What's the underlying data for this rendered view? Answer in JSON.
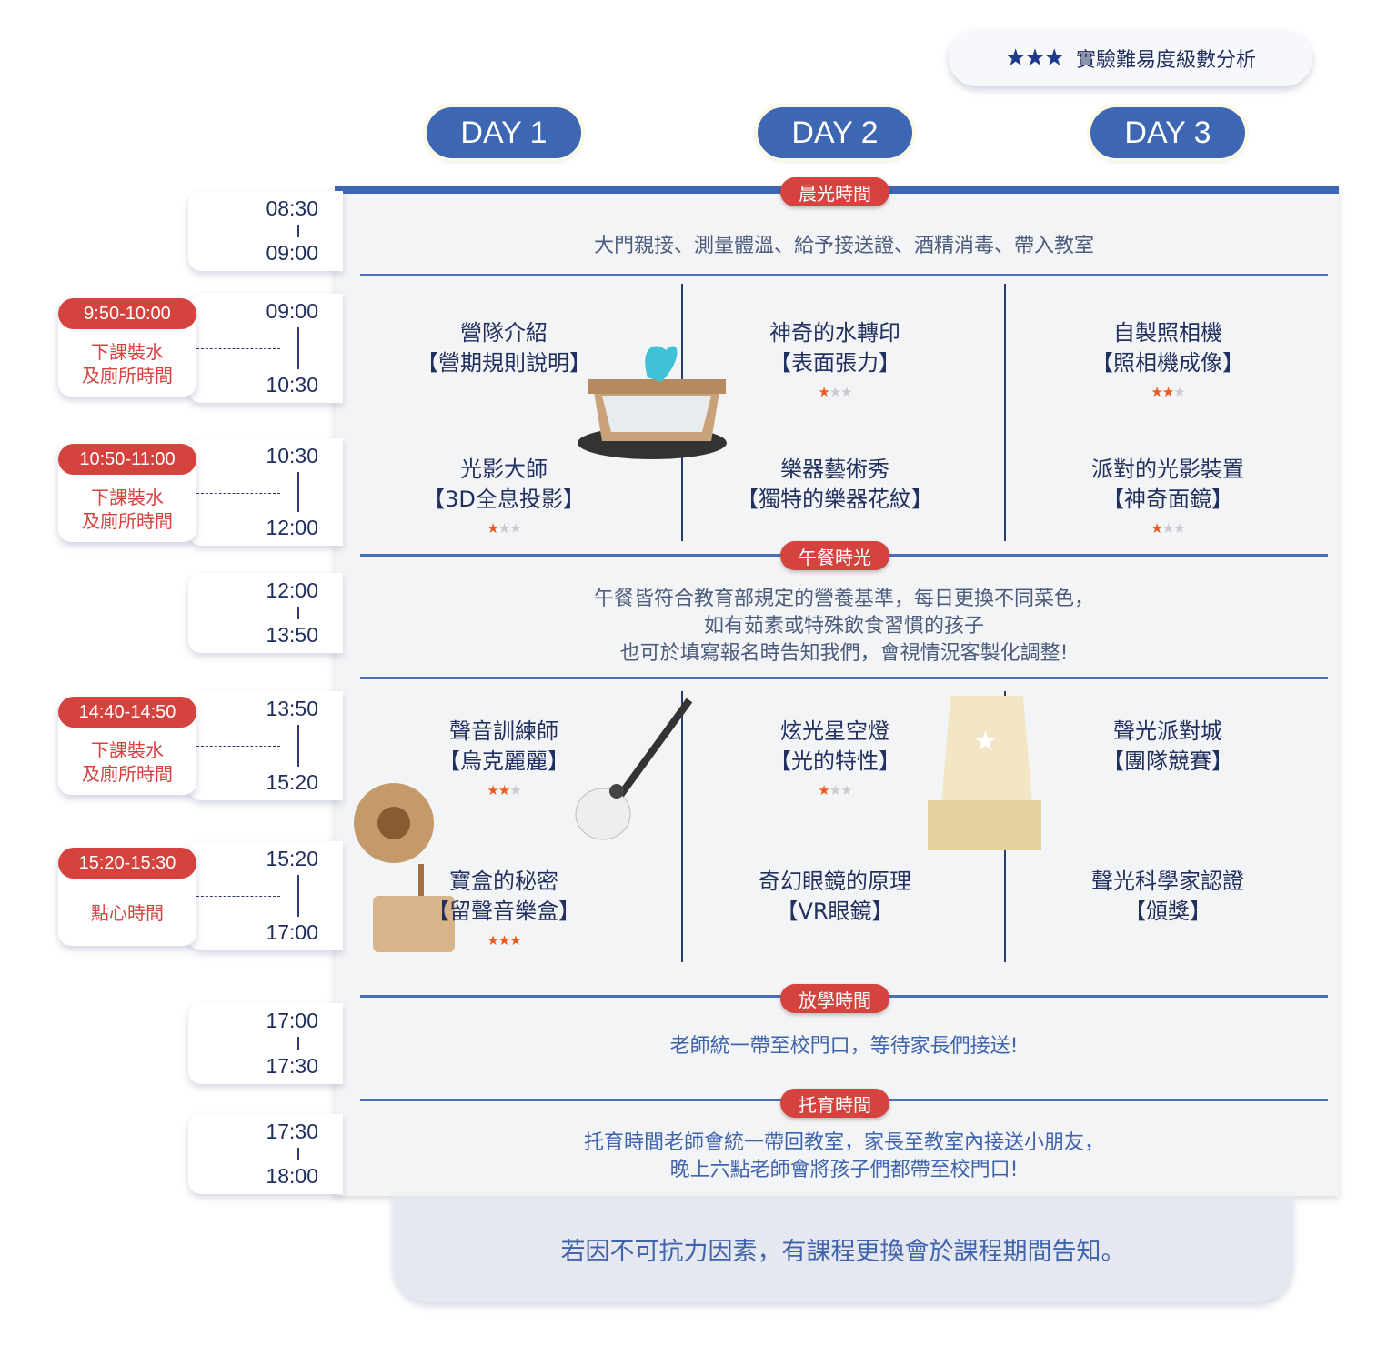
{
  "legend": {
    "stars": "★★★",
    "label": "實驗難易度級數分析"
  },
  "days": [
    "DAY 1",
    "DAY 2",
    "DAY 3"
  ],
  "sections": {
    "morning": {
      "label": "晨光時間",
      "text": "大門親接、測量體溫、給予接送證、酒精消毒、帶入教室"
    },
    "lunch": {
      "label": "午餐時光",
      "lines": [
        "午餐皆符合教育部規定的營養基準，每日更換不同菜色，",
        "如有茹素或特殊飲食習慣的孩子",
        "也可於填寫報名時告知我們，會視情況客製化調整!"
      ]
    },
    "dismissal": {
      "label": "放學時間",
      "text": "老師統一帶至校門口，等待家長們接送!"
    },
    "care": {
      "label": "托育時間",
      "lines": [
        "托育時間老師會統一帶回教室，家長至教室內接送小朋友，",
        "晚上六點老師會將孩子們都帶至校門口!"
      ]
    }
  },
  "activities": [
    [
      {
        "title": "營隊介紹",
        "sub": "【營期規則說明】",
        "rating": 0
      },
      {
        "title": "神奇的水轉印",
        "sub": "【表面張力】",
        "rating": 1
      },
      {
        "title": "自製照相機",
        "sub": "【照相機成像】",
        "rating": 2
      }
    ],
    [
      {
        "title": "光影大師",
        "sub": "【3D全息投影】",
        "rating": 1
      },
      {
        "title": "樂器藝術秀",
        "sub": "【獨特的樂器花紋】",
        "rating": 0
      },
      {
        "title": "派對的光影裝置",
        "sub": "【神奇面鏡】",
        "rating": 1
      }
    ],
    [
      {
        "title": "聲音訓練師",
        "sub": "【烏克麗麗】",
        "rating": 2
      },
      {
        "title": "炫光星空燈",
        "sub": "【光的特性】",
        "rating": 1
      },
      {
        "title": "聲光派對城",
        "sub": "【團隊競賽】",
        "rating": 0
      }
    ],
    [
      {
        "title": "寶盒的秘密",
        "sub": "【留聲音樂盒】",
        "rating": 3
      },
      {
        "title": "奇幻眼鏡的原理",
        "sub": "【VR眼鏡】",
        "rating": 0
      },
      {
        "title": "聲光科學家認證",
        "sub": "【頒獎】",
        "rating": 0
      }
    ]
  ],
  "times": [
    [
      "08:30",
      "09:00"
    ],
    [
      "09:00",
      "10:30"
    ],
    [
      "10:30",
      "12:00"
    ],
    [
      "12:00",
      "13:50"
    ],
    [
      "13:50",
      "15:20"
    ],
    [
      "15:20",
      "17:00"
    ],
    [
      "17:00",
      "17:30"
    ],
    [
      "17:30",
      "18:00"
    ]
  ],
  "breaks": [
    {
      "time": "9:50-10:00",
      "text": "下課裝水\n及廁所時間"
    },
    {
      "time": "10:50-11:00",
      "text": "下課裝水\n及廁所時間"
    },
    {
      "time": "14:40-14:50",
      "text": "下課裝水\n及廁所時間"
    },
    {
      "time": "15:20-15:30",
      "text": "點心時間"
    }
  ],
  "note": "若因不可抗力因素，有課程更換會於課程期間告知。",
  "colors": {
    "accent": "#3d66b3",
    "red": "#d5433f",
    "star": "#ef5a1c"
  }
}
